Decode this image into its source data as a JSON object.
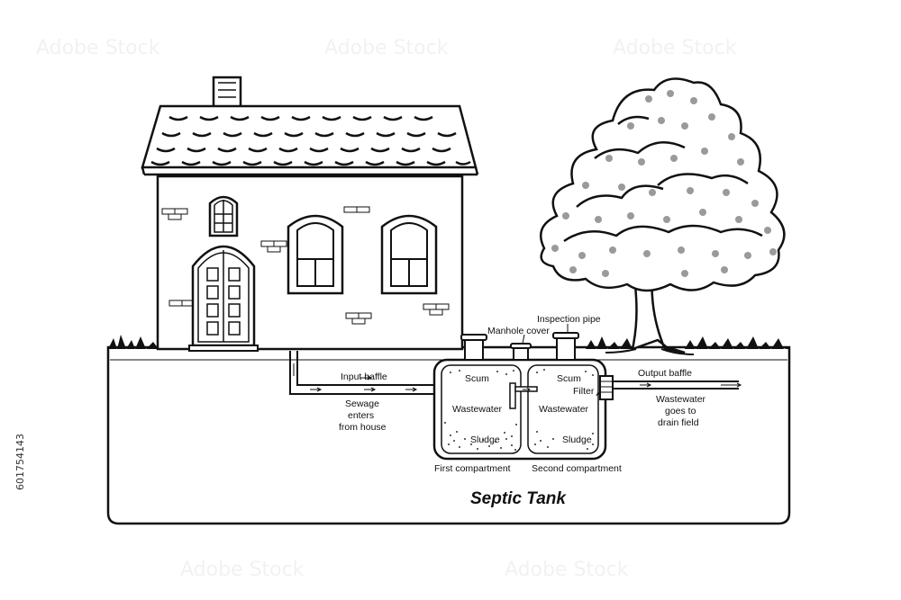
{
  "title": "Septic Tank",
  "labels": {
    "input_baffle": "Input baffle",
    "sewage_line1": "Sewage",
    "sewage_line2": "enters",
    "sewage_line3": "from house",
    "manhole_cover": "Manhole cover",
    "inspection_pipe": "Inspection pipe",
    "scum_1": "Scum",
    "scum_2": "Scum",
    "wastewater_1": "Wastewater",
    "wastewater_2": "Wastewater",
    "sludge_1": "Sludge",
    "sludge_2": "Sludge",
    "filter": "Filter",
    "output_baffle": "Output baffle",
    "out_line1": "Wastewater",
    "out_line2": "goes to",
    "out_line3": "drain field",
    "first_compartment": "First compartment",
    "second_compartment": "Second compartment"
  },
  "stock_id": "601754143",
  "watermark_text": "Adobe Stock",
  "colors": {
    "line": "#111111",
    "leaf_dot": "#9a9a9a",
    "roof": "#ffffff"
  }
}
